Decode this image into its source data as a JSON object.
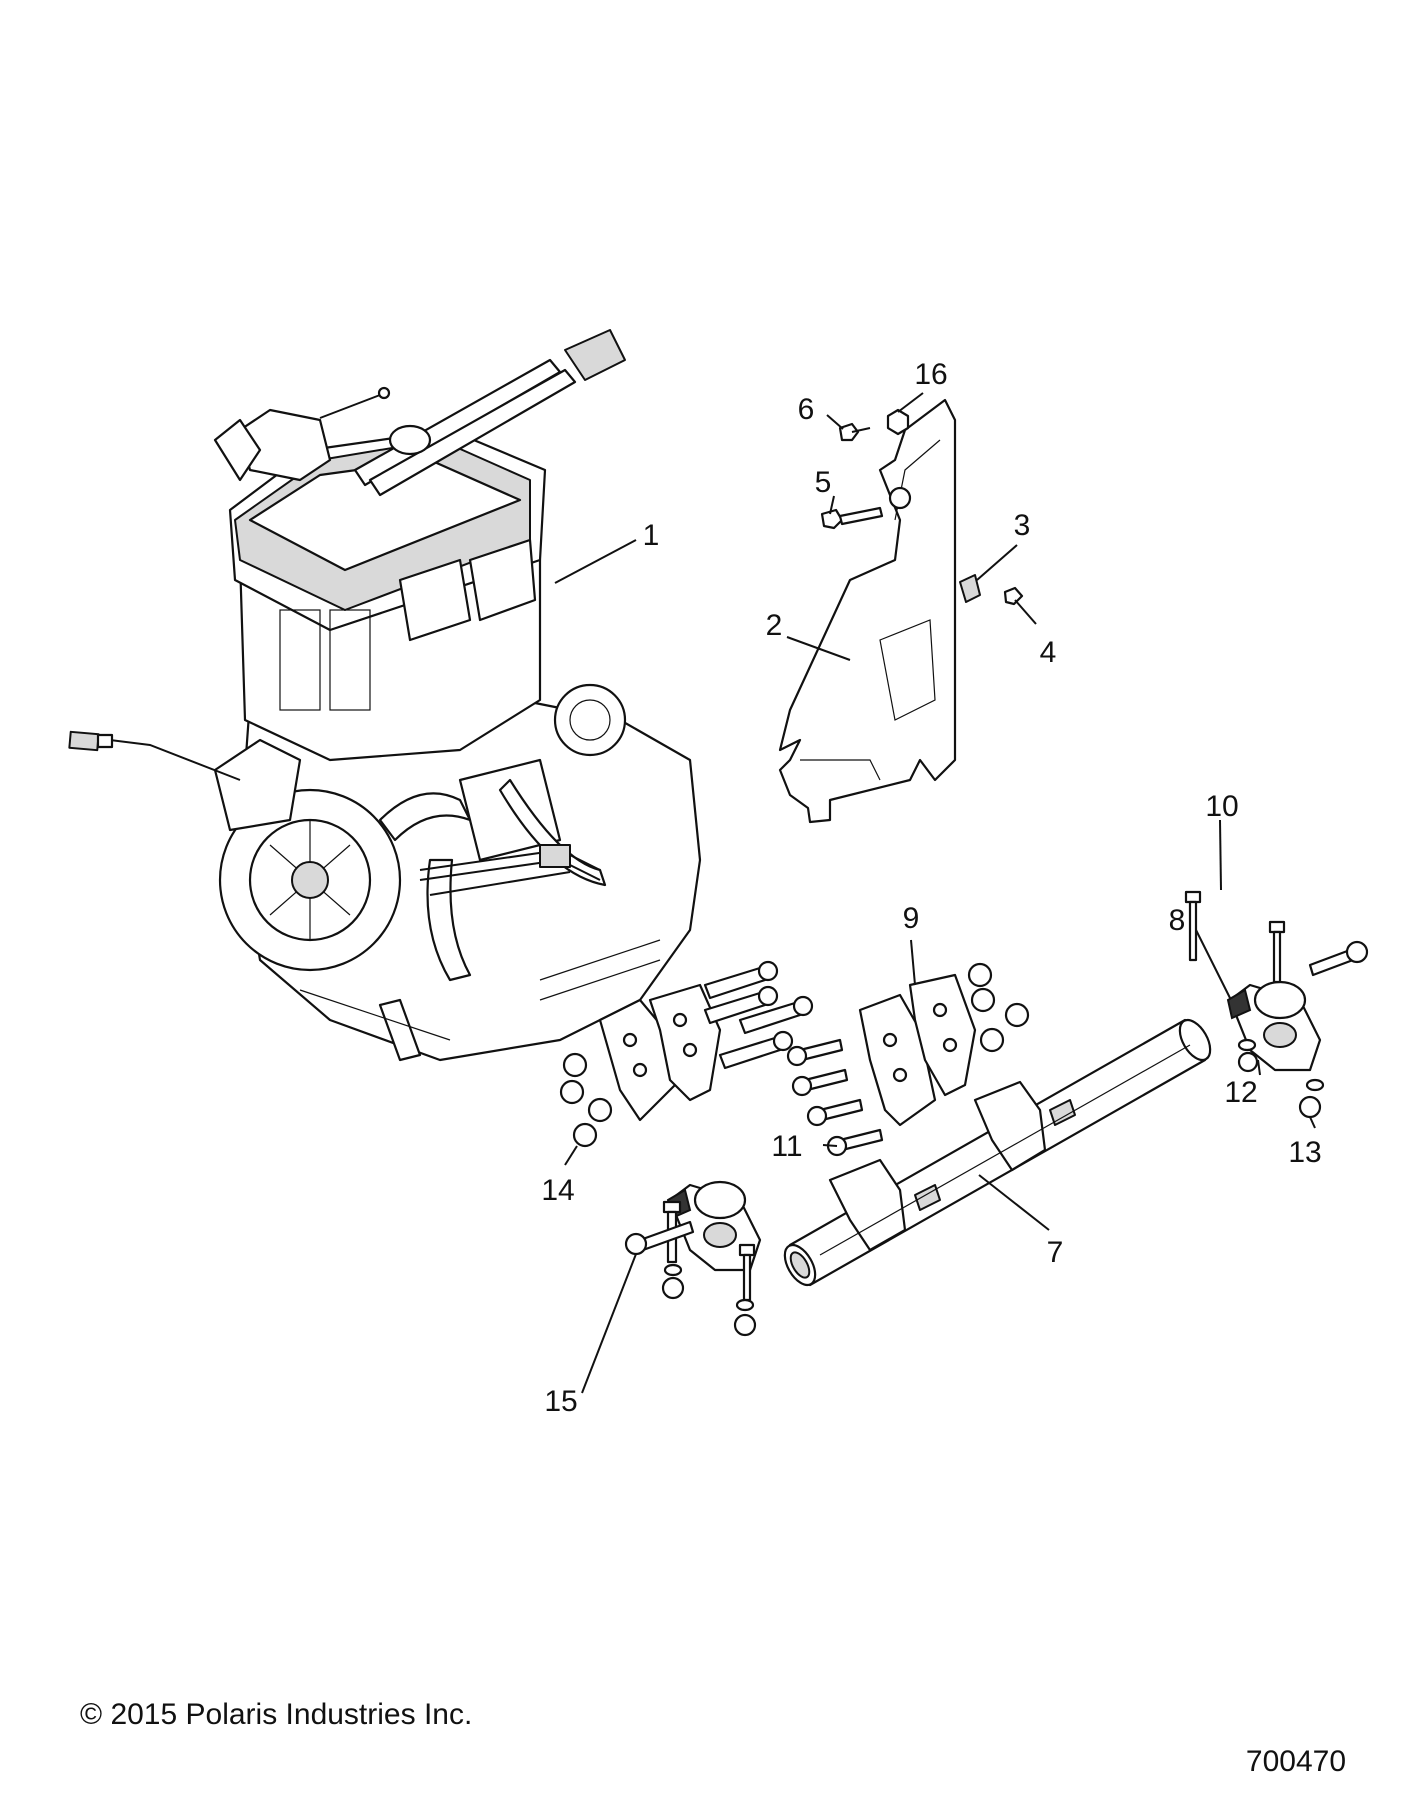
{
  "callouts": [
    {
      "id": "1",
      "label": "1"
    },
    {
      "id": "2",
      "label": "2"
    },
    {
      "id": "3",
      "label": "3"
    },
    {
      "id": "4",
      "label": "4"
    },
    {
      "id": "5",
      "label": "5"
    },
    {
      "id": "6",
      "label": "6"
    },
    {
      "id": "7",
      "label": "7"
    },
    {
      "id": "8",
      "label": "8"
    },
    {
      "id": "9",
      "label": "9"
    },
    {
      "id": "10",
      "label": "10"
    },
    {
      "id": "11",
      "label": "11"
    },
    {
      "id": "12",
      "label": "12"
    },
    {
      "id": "13",
      "label": "13"
    },
    {
      "id": "14",
      "label": "14"
    },
    {
      "id": "15",
      "label": "15"
    },
    {
      "id": "16",
      "label": "16"
    }
  ],
  "footer": {
    "copyright": "© 2015 Polaris Industries Inc.",
    "drawing_number": "700470"
  }
}
